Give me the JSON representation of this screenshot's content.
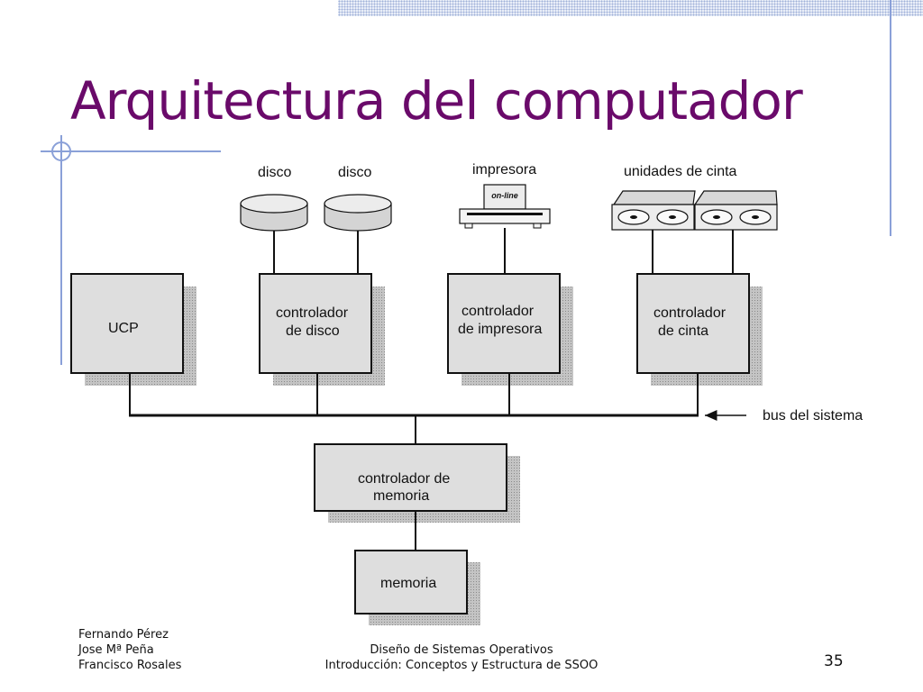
{
  "slide": {
    "title": "Arquitectura del computador",
    "number": "35"
  },
  "diagram": {
    "devices": {
      "disk1": "disco",
      "disk2": "disco",
      "printer": "impresora",
      "printer_button": "on-line",
      "tapes": "unidades de cinta"
    },
    "boxes": {
      "cpu": [
        "UCP"
      ],
      "disk_controller": [
        "controlador",
        "de disco"
      ],
      "printer_controller": [
        "controlador",
        "de impresora"
      ],
      "tape_controller": [
        "controlador",
        "de cinta"
      ],
      "memory_controller": [
        "controlador de",
        "memoria"
      ],
      "memory": [
        "memoria"
      ]
    },
    "bus_label": "bus del sistema"
  },
  "footer": {
    "authors": [
      "Fernando Pérez",
      "Jose Mª Peña",
      "Francisco Rosales"
    ],
    "course": "Diseño de Sistemas Operativos",
    "subtitle": "Introducción: Conceptos y Estructura de SSOO"
  },
  "colors": {
    "title": "#6a0a6a",
    "decor_line": "#8aa0d8",
    "box_fill": "#dedede",
    "box_shadow": "#a9a9a9"
  }
}
